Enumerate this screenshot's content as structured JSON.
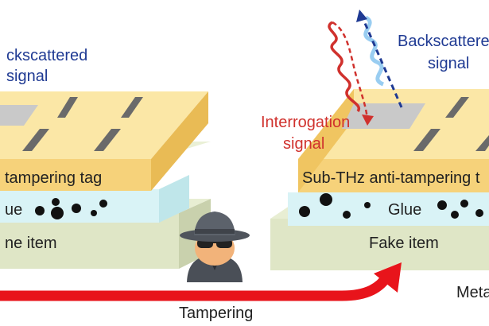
{
  "left_stack": {
    "backscattered_line1": "ckscattered",
    "backscattered_line2": "signal",
    "tag_label": "tampering tag",
    "glue_label": "ue",
    "item_label": "ne item"
  },
  "right_stack": {
    "backscattered_line1": "Backscattere",
    "backscattered_line2": "signal",
    "interrogation_line1": "Interrogation",
    "interrogation_line2": "signal",
    "tag_label": "Sub-THz anti-tampering t",
    "glue_label": "Glue",
    "item_label": "Fake item",
    "edge_label": "Meta"
  },
  "tampering_label": "Tampering",
  "colors": {
    "tag_yellow": "#f6d27a",
    "glue_cyan": "#d9f3f6",
    "item_green": "#dfe6c6",
    "signal_blue": "#1f3a93",
    "signal_red": "#d0312d",
    "arrow_red": "#e8141b",
    "spy_gray": "#555a63"
  },
  "icons": [
    "spy-icon",
    "backscatter-wave-icon",
    "interrogation-wave-icon",
    "tampering-arrow-icon"
  ]
}
